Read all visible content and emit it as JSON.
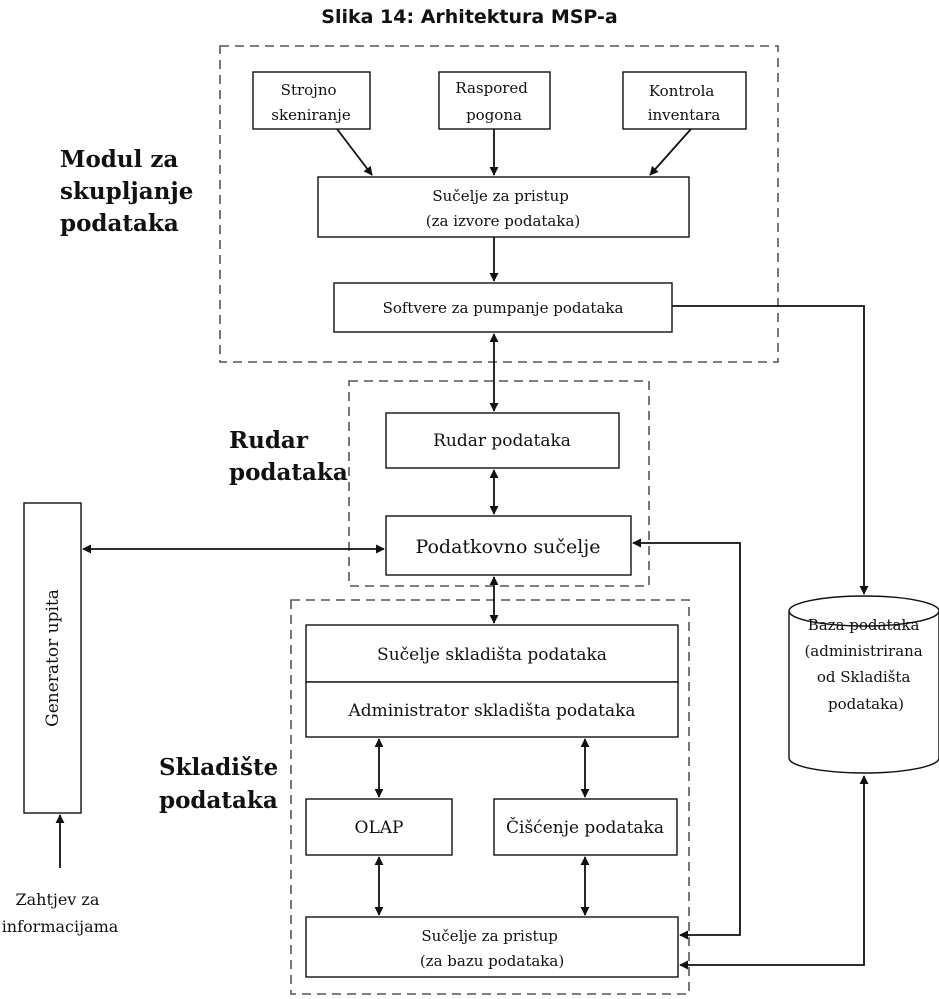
{
  "caption": "Slika 14: Arhitektura MSP-a",
  "groups": {
    "modul": [
      "Modul za",
      "skupljanje",
      "podataka"
    ],
    "rudar": [
      "Rudar",
      "podataka"
    ],
    "skladiste": [
      "Skladište",
      "podataka"
    ]
  },
  "boxes": {
    "strojno": [
      "Strojno",
      "skeniranje"
    ],
    "raspored": [
      "Raspored",
      "pogona"
    ],
    "kontrola": [
      "Kontrola",
      "inventara"
    ],
    "sucelje_pristup_izvori": [
      "Sučelje za pristup",
      "(za izvore podataka)"
    ],
    "softvere": [
      "Softvere za pumpanje podataka"
    ],
    "rudar_podataka": [
      "Rudar podataka"
    ],
    "podatkovno_sucelje": [
      "Podatkovno sučelje"
    ],
    "sucelje_skladista": [
      "Sučelje skladišta podataka"
    ],
    "administrator": [
      "Administrator skladišta podataka"
    ],
    "olap": [
      "OLAP"
    ],
    "ciscenje": [
      "Čišćenje podataka"
    ],
    "sucelje_pristup_baza": [
      "Sučelje za pristup",
      "(za bazu podataka)"
    ],
    "generator": [
      "Generator upita"
    ],
    "baza": [
      "Baza podataka",
      "(administrirana",
      "od Skladišta",
      "podataka)"
    ]
  },
  "zahtjev": [
    "Zahtjev za",
    "informacijama"
  ]
}
